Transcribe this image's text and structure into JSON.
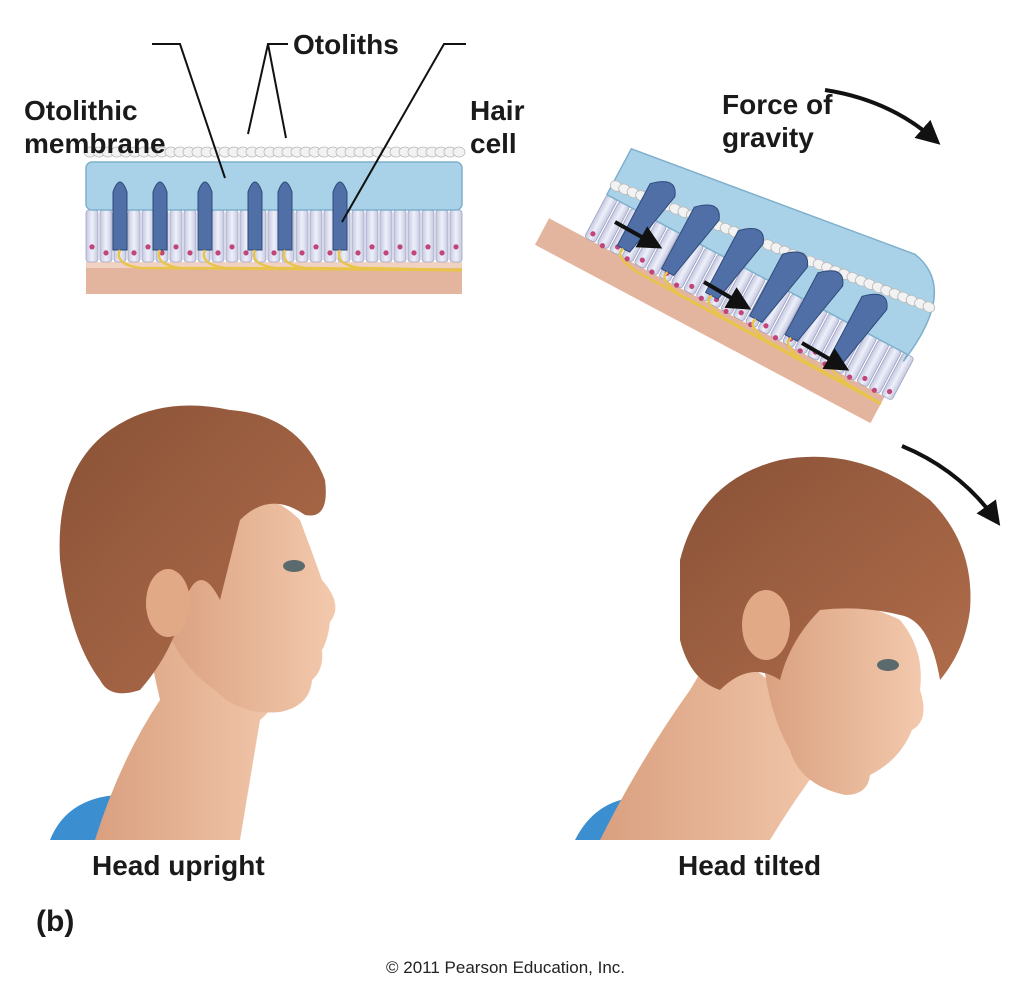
{
  "labels": {
    "otolithic_membrane_line1": "Otolithic",
    "otolithic_membrane_line2": "membrane",
    "otoliths": "Otoliths",
    "hair_cell_line1": "Hair",
    "hair_cell_line2": "cell",
    "force_of_gravity_line1": "Force of",
    "force_of_gravity_line2": "gravity"
  },
  "captions": {
    "head_upright": "Head upright",
    "head_tilted": "Head tilted",
    "panel": "(b)"
  },
  "copyright": "© 2011 Pearson Education, Inc.",
  "colors": {
    "membrane": "#a9d2e8",
    "nerve": "#e8c54a",
    "hair_cell": "#4f6fa6",
    "shirt": "#3b8fd1"
  }
}
